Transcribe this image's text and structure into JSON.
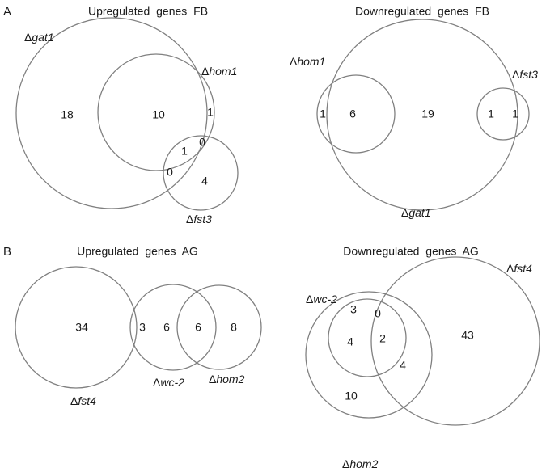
{
  "panels": {
    "A": "A",
    "B": "B"
  },
  "diagrams": {
    "up_fb": {
      "title": "Upregulated  genes FB",
      "sets": {
        "gat1": "gat1",
        "hom1": "hom1",
        "fst3": "fst3"
      },
      "counts": {
        "gat1_only": "18",
        "gat1_hom1": "10",
        "hom1_only": "1",
        "hom1_fst3": "0",
        "all_three": "1",
        "gat1_fst3": "0",
        "fst3_only": "4"
      }
    },
    "down_fb": {
      "title": "Downregulated  genes FB",
      "sets": {
        "hom1": "hom1",
        "gat1": "gat1",
        "fst3": "fst3"
      },
      "counts": {
        "hom1_only": "1",
        "hom1_gat1": "6",
        "gat1_only": "19",
        "gat1_fst3": "1",
        "fst3_only": "1"
      }
    },
    "up_ag": {
      "title": "Upregulated  genes AG",
      "sets": {
        "fst4": "fst4",
        "wc2": "wc-2",
        "hom2": "hom2"
      },
      "counts": {
        "fst4_only": "34",
        "fst4_wc2": "3",
        "wc2_only": "6",
        "wc2_hom2": "6",
        "hom2_only": "8"
      }
    },
    "down_ag": {
      "title": "Downregulated  genes AG",
      "sets": {
        "wc2": "wc-2",
        "fst4": "fst4",
        "hom2": "hom2"
      },
      "counts": {
        "wc2_only": "3",
        "wc2_fst4": "0",
        "wc2_hom2": "4",
        "all_three": "2",
        "fst4_only": "43",
        "hom2_fst4": "4",
        "hom2_only": "10"
      }
    }
  },
  "delta_symbol": "Δ"
}
